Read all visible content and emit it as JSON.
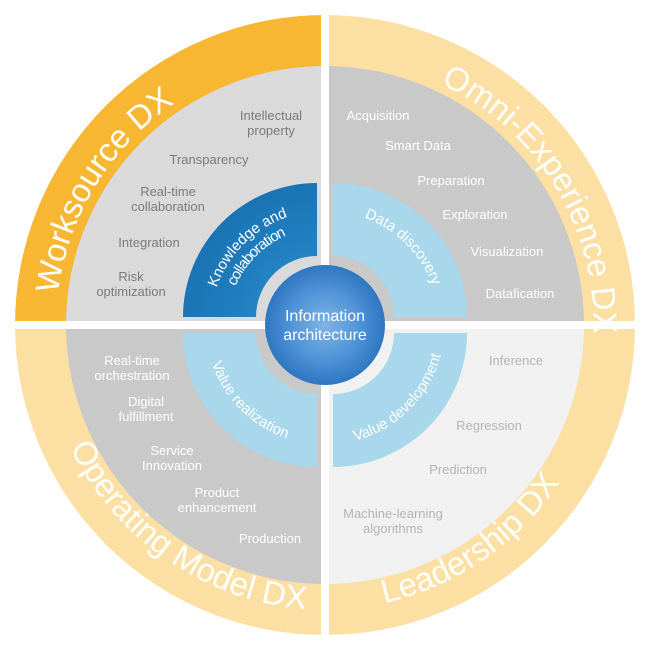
{
  "center": {
    "line1": "Information",
    "line2": "architecture"
  },
  "ring": {
    "top_left": "Worksource DX",
    "top_right": "Omni-Experience DX",
    "bottom_left": "Operating Model DX",
    "bottom_right": "Leadership DX"
  },
  "segments": {
    "top_left": {
      "line1": "Knowledge and",
      "line2": "collaboration"
    },
    "top_right": "Data discovery",
    "bottom_left": "Value realization",
    "bottom_right": "Value development"
  },
  "quadrants": {
    "top_left": [
      [
        "Intellectual",
        "property"
      ],
      [
        "Transparency"
      ],
      [
        "Real-time",
        "collaboration"
      ],
      [
        "Integration"
      ],
      [
        "Risk",
        "optimization"
      ]
    ],
    "top_right": [
      [
        "Acquisition"
      ],
      [
        "Smart Data"
      ],
      [
        "Preparation"
      ],
      [
        "Exploration"
      ],
      [
        "Visualization"
      ],
      [
        "Datafication"
      ]
    ],
    "bottom_left": [
      [
        "Real-time",
        "orchestration"
      ],
      [
        "Digital",
        "fulfillment"
      ],
      [
        "Service",
        "Innovation"
      ],
      [
        "Product",
        "enhancement"
      ],
      [
        "Production"
      ]
    ],
    "bottom_right": [
      [
        "Inference"
      ],
      [
        "Regression"
      ],
      [
        "Prediction"
      ],
      [
        "Machine-learning",
        "algorithms"
      ]
    ]
  },
  "colors": {
    "ring_strong": "#F7B733",
    "ring_light": "#FBDFA3",
    "quadrant_gray": "#D8D8D8",
    "quadrant_gray_dark": "#C6C6C6",
    "quadrant_light": "#F1F1F1",
    "segment_dark": "#1E7FC0",
    "segment_light": "#A7D6EC",
    "center_blue": "#3E87CF"
  }
}
